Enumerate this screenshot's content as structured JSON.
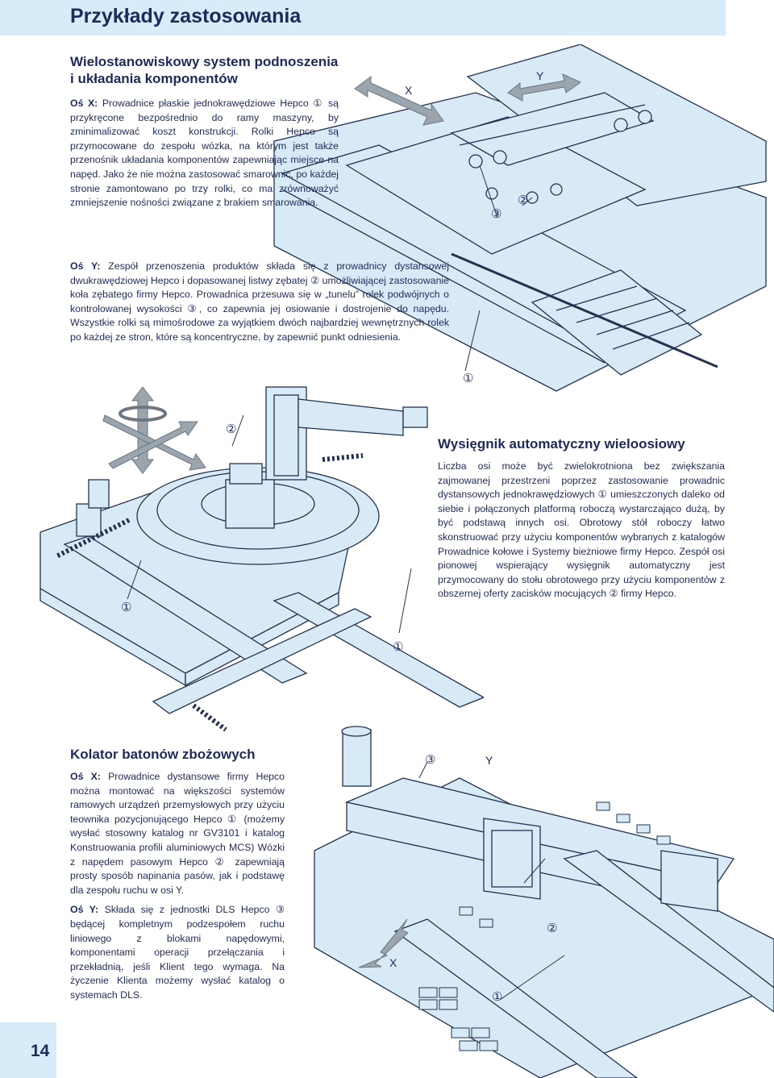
{
  "header": {
    "title": "Przykłady zastosowania"
  },
  "page_number": "14",
  "section1": {
    "title_line1": "Wielostanowiskowy system podnoszenia",
    "title_line2": "i układania komponentów",
    "p1_label": "Oś X:",
    "p1_text": "Prowadnice płaskie jednokrawędziowe Hepco ① są przykręcone bezpośrednio do ramy maszyny, by zminimalizować koszt konstrukcji. Rolki Hepco są przymocowane do zespołu wózka, na którym jest także przenośnik układania komponentów zapewniając miejsce na napęd. Jako że nie można zastosować smarownic, po każdej stronie zamontowano po trzy rolki, co ma zrównoważyć zmniejszenie nośności związane z brakiem smarowania.",
    "p2_label": "Oś Y:",
    "p2_text": "Zespół przenoszenia produktów składa się z prowadnicy dystansowej dwukrawędziowej Hepco i dopasowanej listwy zębatej ② umożliwiającej zastosowanie koła zębatego firmy Hepco. Prowadnica przesuwa się w „tunelu” rolek podwójnych o kontrolowanej wysokości ③, co zapewnia jej osiowanie i dostrojenie do napędu. Wszystkie rolki są mimośrodowe za wyjątkiem dwóch najbardziej wewnętrznych rolek po każdej ze stron, które są koncentryczne, by zapewnić punkt odniesienia.",
    "fig_labels": {
      "x": "X",
      "y": "Y",
      "c1": "①",
      "c2": "②",
      "c3": "③"
    }
  },
  "section2": {
    "title": "Wysięgnik automatyczny wieloosiowy",
    "text": "Liczba osi może być zwielokrotniona bez zwiększania zajmowanej przestrzeni poprzez zastosowanie prowadnic dystansowych jednokrawędziowych ① umieszczonych daleko od siebie i połączonych platformą roboczą wystarczająco dużą, by być podstawą innych osi. Obrotowy stół roboczy łatwo skonstruować przy użyciu komponentów wybranych z katalogów Prowadnice kołowe i Systemy bieżniowe firmy Hepco. Zespół osi pionowej wspierający wysięgnik automatyczny jest przymocowany do stołu obrotowego przy użyciu komponentów z obszernej oferty zacisków mocujących ② firmy Hepco.",
    "fig_labels": {
      "c1a": "①",
      "c1b": "①",
      "c2": "②"
    }
  },
  "section3": {
    "title": "Kolator batonów zbożowych",
    "p1_label": "Oś X:",
    "p1_text": "Prowadnice dystansowe firmy Hepco można montować na większości systemów ramowych urządzeń przemysłowych przy użyciu teownika pozycjonującego Hepco ① (możemy wysłać stosowny katalog nr GV3101 i katalog Konstruowania profili aluminiowych MCS) Wózki z napędem pasowym Hepco ② zapewniają prosty sposób napinania pasów, jak i podstawę dla zespołu ruchu w osi Y.",
    "p2_label": "Oś Y:",
    "p2_text": "Składa się z jednostki DLS Hepco ③ będącej kompletnym podzespołem ruchu liniowego z blokami napędowymi, komponentami operacji przełączania i przekładnią, jeśli Klient tego wymaga. Na życzenie Klienta możemy wysłać katalog o systemach DLS.",
    "fig_labels": {
      "x": "X",
      "y": "Y",
      "c1": "①",
      "c2": "②",
      "c3": "③"
    }
  },
  "colors": {
    "text": "#1e2a5a",
    "band": "#d6ecf8",
    "figure_fill": "#d9eaf7",
    "figure_stroke": "#23324f",
    "arrow": "#9aa5ae"
  }
}
